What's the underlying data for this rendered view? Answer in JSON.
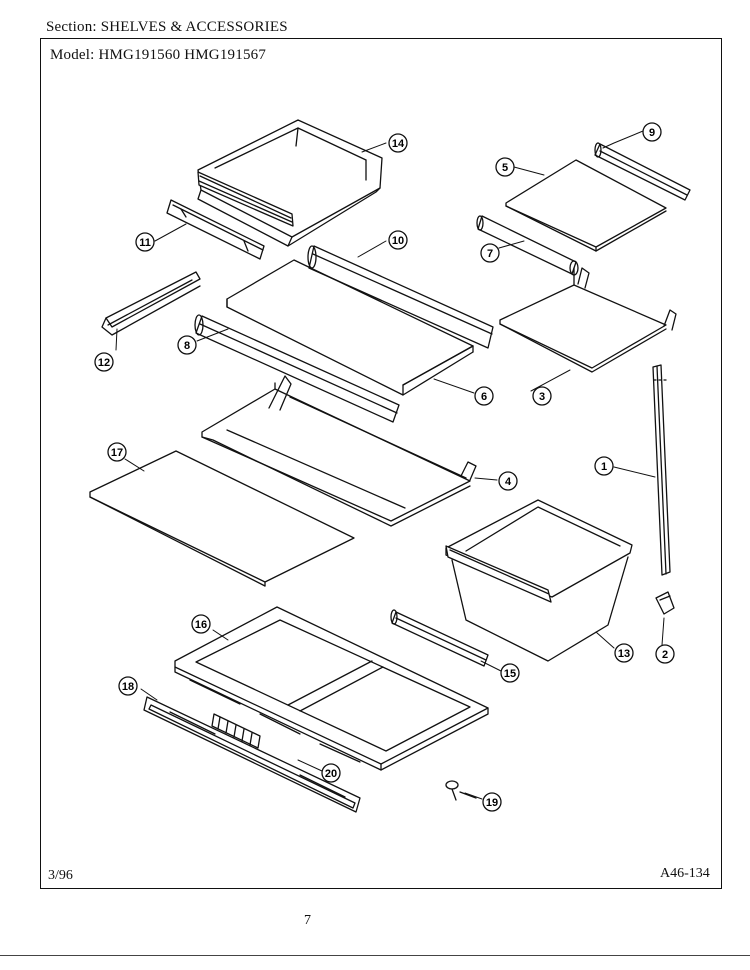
{
  "header": {
    "section_label": "Section:",
    "section_value": "SHELVES & ACCESSORIES",
    "model_label": "Model:",
    "model_values": "HMG191560  HMG191567"
  },
  "footer": {
    "date": "3/96",
    "doc_number": "A46-134",
    "page_number": "7"
  },
  "callouts": [
    "14",
    "9",
    "5",
    "11",
    "10",
    "7",
    "12",
    "8",
    "3",
    "6",
    "17",
    "4",
    "1",
    "16",
    "13",
    "2",
    "15",
    "18",
    "20",
    "19"
  ]
}
